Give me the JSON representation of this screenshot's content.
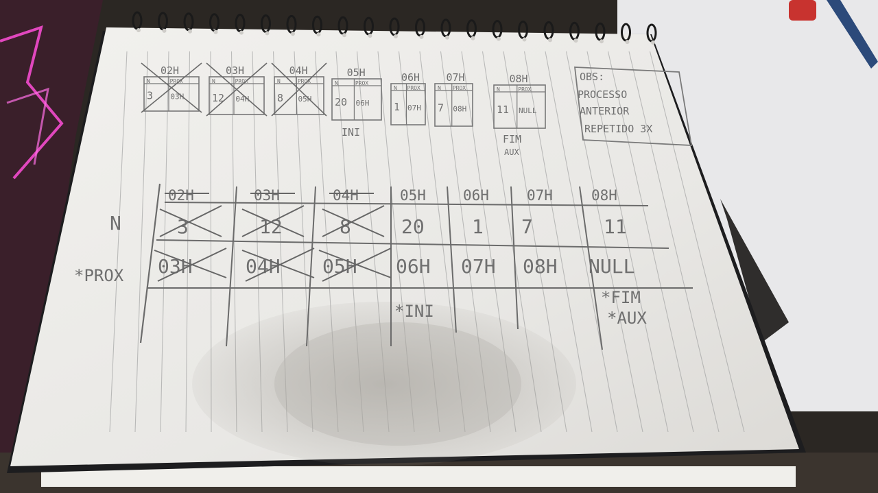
{
  "photo": {
    "subject": "spiral notebook page with hand-drawn linked list diagram"
  },
  "small_nodes": [
    {
      "addr": "02H",
      "n": "3",
      "prox": "03H",
      "crossed": true
    },
    {
      "addr": "03H",
      "n": "12",
      "prox": "04H",
      "crossed": true
    },
    {
      "addr": "04H",
      "n": "8",
      "prox": "05H",
      "crossed": true
    },
    {
      "addr": "05H",
      "n": "20",
      "prox": "06H",
      "crossed": false
    },
    {
      "addr": "06H",
      "n": "1",
      "prox": "07H",
      "crossed": false
    },
    {
      "addr": "07H",
      "n": "7",
      "prox": "08H",
      "crossed": false
    },
    {
      "addr": "08H",
      "n": "11",
      "prox": "NULL",
      "crossed": false
    }
  ],
  "small_headers": {
    "n": "N",
    "prox": "PROX"
  },
  "small_labels": {
    "ini": "INI",
    "fim": "FIM",
    "aux": "AUX"
  },
  "obs_box": {
    "title": "OBS:",
    "line1": "PROCESSO",
    "line2": "ANTERIOR",
    "line3": "REPETIDO 3X"
  },
  "big_table": {
    "row_n_label": "N",
    "row_prox_label": "*PROX",
    "columns": [
      {
        "addr": "02H",
        "n": "3",
        "prox": "03H",
        "crossed": true
      },
      {
        "addr": "03H",
        "n": "12",
        "prox": "04H",
        "crossed": true
      },
      {
        "addr": "04H",
        "n": "8",
        "prox": "05H",
        "crossed": true
      },
      {
        "addr": "05H",
        "n": "20",
        "prox": "06H",
        "crossed": false
      },
      {
        "addr": "06H",
        "n": "1",
        "prox": "07H",
        "crossed": false
      },
      {
        "addr": "07H",
        "n": "7",
        "prox": "08H",
        "crossed": false
      },
      {
        "addr": "08H",
        "n": "11",
        "prox": "NULL",
        "crossed": false
      }
    ],
    "ini_label": "*INI",
    "fim_label": "*FIM",
    "aux_label": "*AUX"
  }
}
